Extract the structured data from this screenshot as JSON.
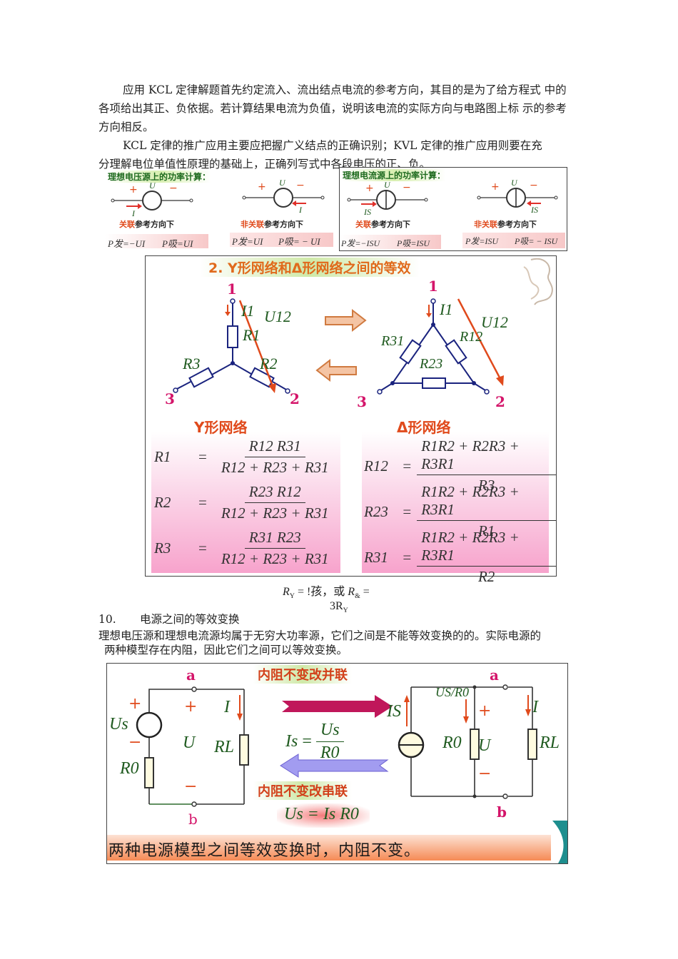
{
  "paragraphs": {
    "kcl_1_line1": "应用 KCL 定律解题首先约定流入、流出结点电流的参考方向，其目的是为了给方程式  中的",
    "kcl_1_line2": "各项给出其正、负依据。若计算结果电流为负值，说明该电流的实际方向与电路图上标  示的参考",
    "kcl_1_line3": "方向相反。",
    "kcl_2_line1": "KCL 定律的推广应用主要应把握广义结点的正确识别；KVL 定律的推广应用则要在充",
    "kcl_2_line2": "分理解电位单值性原理的基础上，正确列写式中各段电压的正、负。"
  },
  "power_figure_voltage": {
    "title": "理想电压源上的功率计算：",
    "left": {
      "plus": "+",
      "minus": "−",
      "U": "U",
      "I": "I",
      "caption_red": "关联",
      "caption_rest": "参考方向下",
      "formula_gen": "P发=−UI",
      "formula_abs": "P吸=UI"
    },
    "right": {
      "plus": "+",
      "minus": "−",
      "U": "U",
      "I": "I",
      "caption_red": "非关联",
      "caption_rest": "参考方向下",
      "formula_gen": "P发=UI",
      "formula_abs": "P吸= − UI"
    }
  },
  "power_figure_current": {
    "title": "理想电流源上的功率计算：",
    "left": {
      "plus": "+",
      "minus": "−",
      "U": "U",
      "I": "IS",
      "caption_red": "关联",
      "caption_rest": "参考方向下",
      "formula_gen": "P发=−ISU",
      "formula_abs": "P吸=ISU"
    },
    "right": {
      "plus": "+",
      "minus": "−",
      "U": "U",
      "I": "IS",
      "caption_red": "非关联",
      "caption_rest": "参考方向下",
      "formula_gen": "P发=ISU",
      "formula_abs": "P吸= − ISU"
    }
  },
  "y_delta_figure": {
    "title": "2. Y形网络和Δ形网络之间的等效",
    "y_label": "Y形网络",
    "delta_label": "Δ形网络",
    "nodes": [
      "1",
      "2",
      "3"
    ],
    "y_components": [
      "R1",
      "R2",
      "R3"
    ],
    "delta_components": [
      "R12",
      "R23",
      "R31"
    ],
    "current": "I1",
    "voltage": "U12",
    "y_formulas": [
      {
        "lhs": "R1",
        "num": "R12 R31",
        "den": "R12 + R23 + R31"
      },
      {
        "lhs": "R2",
        "num": "R23 R12",
        "den": "R12 + R23 + R31"
      },
      {
        "lhs": "R3",
        "num": "R31 R23",
        "den": "R12 + R23 + R31"
      }
    ],
    "delta_formulas": [
      {
        "lhs": "R12",
        "num": "R1R2 + R2R3 + R3R1",
        "den": "R3"
      },
      {
        "lhs": "R23",
        "num": "R1R2 + R2R3 + R3R1",
        "den": "R1"
      },
      {
        "lhs": "R31",
        "num": "R1R2 + R2R3 + R3R1",
        "den": "R2"
      }
    ]
  },
  "garbled_formula": {
    "line1_a": "R",
    "line1_a_sub": "Y",
    "line1_b": " =  !孩，或  ",
    "line1_c": "R",
    "line1_c_sub": "&",
    "line1_d": " =",
    "line2": "3R",
    "line2_sub": "Y"
  },
  "section": {
    "number": "10.",
    "title": "电源之间的等效变换",
    "body_line1": "理想电压源和理想电流源均属于无穷大功率源，它们之间是不能等效变换的的。实际电源的",
    "body_line2": "两种模型存在内阻，因此它们之间可以等效变换。"
  },
  "source_figure": {
    "top_label": "内阻不变改并联",
    "bottom_label": "内阻不变改串联",
    "formula_is": "Is = Us / R0",
    "formula_is_lhs": "Is",
    "formula_is_num": "Us",
    "formula_is_den": "R0",
    "formula_us": "Us = Is R0",
    "left_circuit": {
      "a": "a",
      "b": "b",
      "Us": "Us",
      "R0": "R0",
      "RL": "RL",
      "U": "U",
      "I": "I",
      "plus": "+",
      "minus": "−"
    },
    "right_circuit": {
      "a": "a",
      "b": "b",
      "Is": "IS",
      "R0": "R0",
      "RL": "RL",
      "U": "U",
      "I": "I",
      "branch_current": "US/R0",
      "plus": "+",
      "minus": "−"
    },
    "banner": "两种电源模型之间等效变换时，内阻不变。"
  },
  "colors": {
    "accent_red": "#e04a1c",
    "node_magenta": "#d4156a",
    "wire_blue": "#1a237e",
    "label_green": "#1f5a1f",
    "pink_gradient": "#f79cc8",
    "banner_orange": "#f58a55"
  }
}
